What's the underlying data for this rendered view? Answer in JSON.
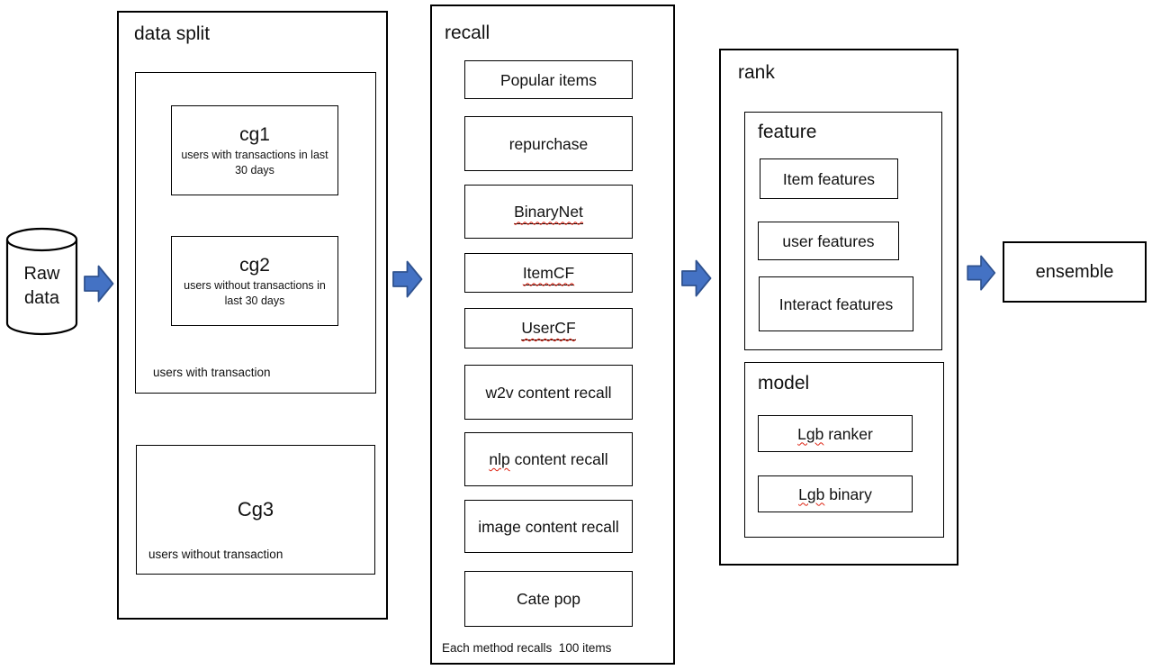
{
  "colors": {
    "arrow_fill": "#4472C4",
    "arrow_border": "#2F528F",
    "box_border": "#000000",
    "spellcheck_red": "#DD2211",
    "background": "#FFFFFF"
  },
  "source": {
    "label": "Raw\ndata"
  },
  "data_split": {
    "title": "data split",
    "group_with": {
      "cg1": {
        "title": "cg1",
        "subtitle": "users with transactions in last 30 days"
      },
      "cg2": {
        "title": "cg2",
        "subtitle": "users without transactions in last 30 days"
      },
      "label": "users with transaction"
    },
    "cg3": {
      "title": "Cg3",
      "label": "users without transaction"
    }
  },
  "recall": {
    "title": "recall",
    "items": [
      {
        "text": "Popular items"
      },
      {
        "text": "repurchase"
      },
      {
        "text": "BinaryNet"
      },
      {
        "text": "ItemCF"
      },
      {
        "text": "UserCF"
      },
      {
        "text": "w2v content recall"
      },
      {
        "prefix": "nlp",
        "rest": " content recall"
      },
      {
        "text": "image content recall"
      },
      {
        "text": "Cate pop"
      }
    ],
    "footnote": "Each method recalls  100 items"
  },
  "rank": {
    "title": "rank",
    "feature": {
      "title": "feature",
      "items": [
        {
          "text": "Item features"
        },
        {
          "text": "user features"
        },
        {
          "text": "Interact features"
        }
      ]
    },
    "model": {
      "title": "model",
      "items": [
        {
          "prefix": "Lgb",
          "rest": " ranker"
        },
        {
          "prefix": "Lgb",
          "rest": " binary"
        }
      ]
    }
  },
  "ensemble": {
    "label": "ensemble"
  }
}
